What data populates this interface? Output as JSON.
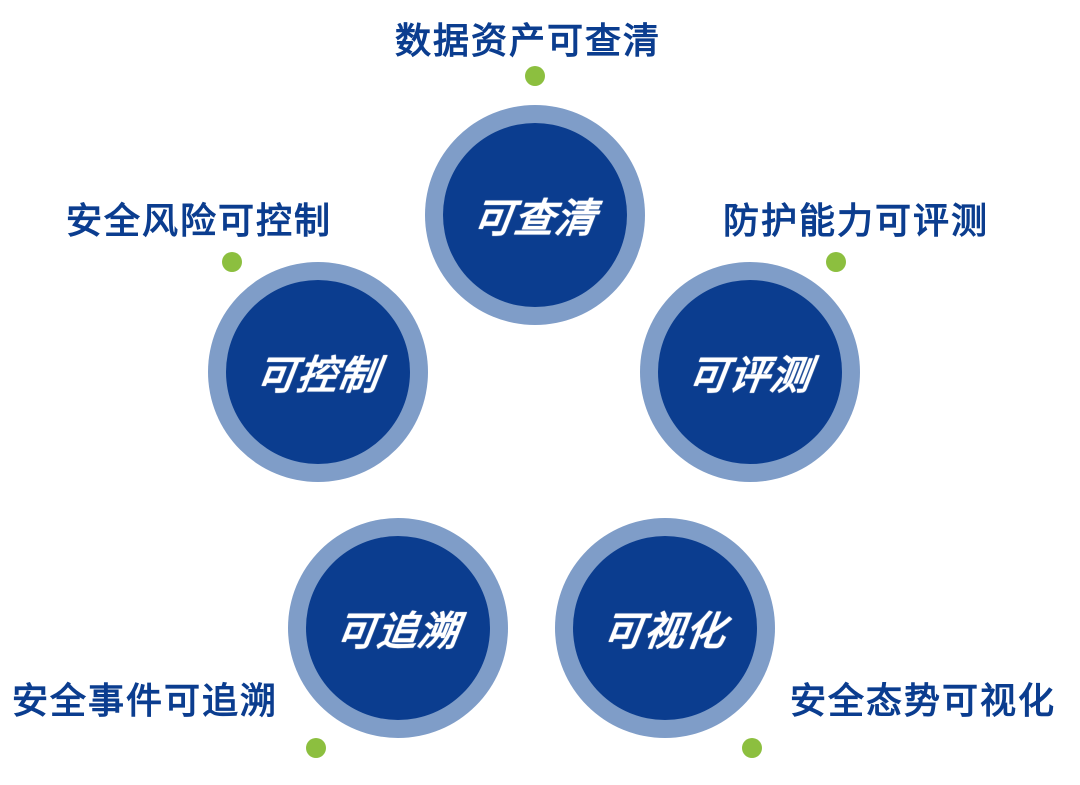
{
  "diagram": {
    "nodes": [
      {
        "key": "top",
        "circle_text": "可查清",
        "label": "数据资产可查清"
      },
      {
        "key": "left",
        "circle_text": "可控制",
        "label": "安全风险可控制"
      },
      {
        "key": "right",
        "circle_text": "可评测",
        "label": "防护能力可评测"
      },
      {
        "key": "bottom_left",
        "circle_text": "可追溯",
        "label": "安全事件可追溯"
      },
      {
        "key": "bottom_right",
        "circle_text": "可视化",
        "label": "安全态势可视化"
      }
    ],
    "colors": {
      "circle_core": "#0b3d8f",
      "circle_ring": "#7f9dc8",
      "label_text": "#0b3d8f",
      "dot": "#8cbf3f",
      "background": "#ffffff"
    }
  }
}
